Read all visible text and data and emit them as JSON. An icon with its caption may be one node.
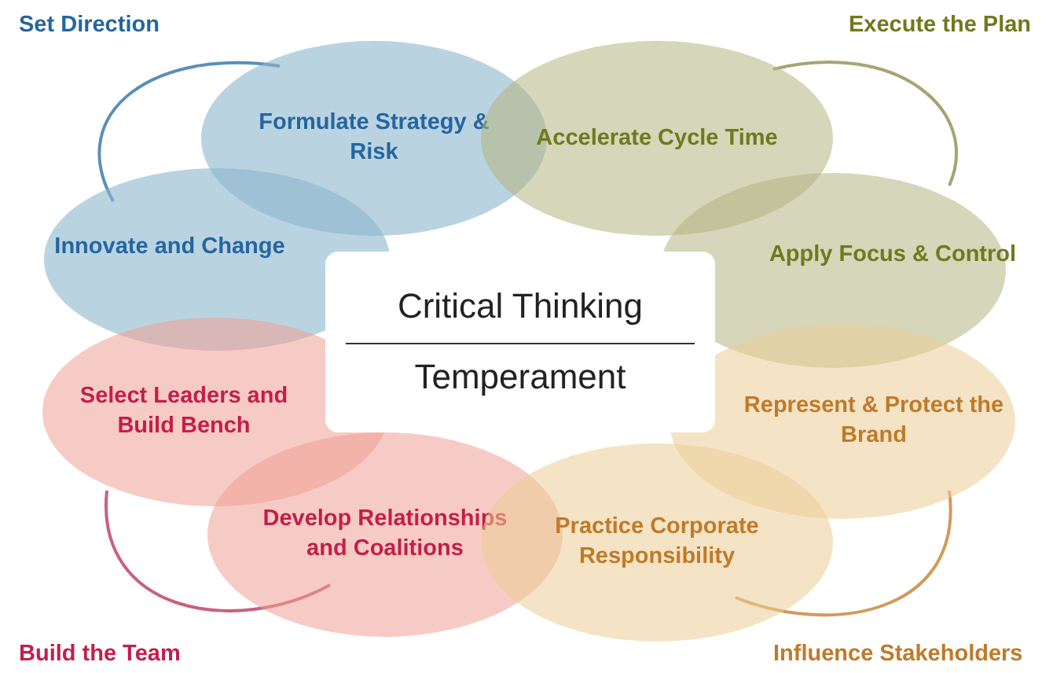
{
  "diagram": {
    "nodes": [
      {
        "text": [
          "Formulate Strategy & Risk"
        ]
      },
      {
        "text": [
          "Accelerate Cycle Time"
        ]
      },
      {
        "text": [
          "Innovate and Change"
        ]
      },
      {
        "text": [
          "Apply Focus & Control"
        ]
      },
      {
        "text": [
          "Select Leaders and Build Bench"
        ]
      },
      {
        "text": [
          "Represent & Protect the Brand"
        ]
      },
      {
        "text": [
          "Develop Relationships and Coalitions"
        ]
      },
      {
        "text": [
          "Practice Corporate Responsibility"
        ]
      },
      {
        "text": [
          "Critical Thinking",
          "Temperament"
        ]
      }
    ],
    "edges": [],
    "labels": [
      "Set Direction",
      "Execute the Plan",
      "Build the Team",
      "Influence Stakeholders"
    ]
  }
}
